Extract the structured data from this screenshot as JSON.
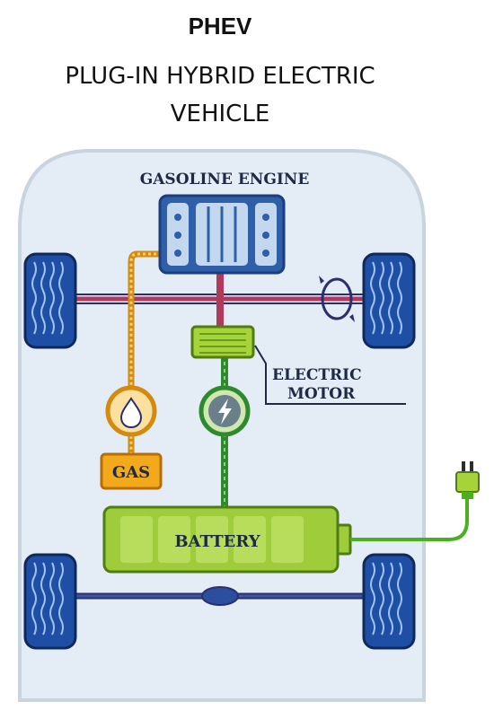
{
  "title": "PHEV",
  "subtitle_line1": "PLUG-IN HYBRID ELECTRIC",
  "subtitle_line2": "VEHICLE",
  "labels": {
    "engine": "GASOLINE ENGINE",
    "electric_motor_line1": "ELECTRIC",
    "electric_motor_line2": "MOTOR",
    "gas": "GAS",
    "battery": "BATTERY"
  },
  "icons": {
    "gas_drop": "drop-icon",
    "electric": "lightning-icon",
    "plug": "plug-icon",
    "rotation": "rotation-arrow-icon"
  },
  "colors": {
    "car_body": "#e4ecf5",
    "car_outline": "#c9d4e1",
    "wheel": "#1f4fa5",
    "axle": "#2b2f6e",
    "drive_shaft": "#b03a5b",
    "engine": "#2f5fa8",
    "engine_cell": "#c3d7ee",
    "fuel_line": "#e6a21a",
    "gas_box": "#f2a91c",
    "electric_line": "#2f8a2f",
    "battery": "#9fcc3a",
    "motor": "#a6d23a",
    "plug_cable": "#4caf1f",
    "label_text": "#1e2a44"
  }
}
